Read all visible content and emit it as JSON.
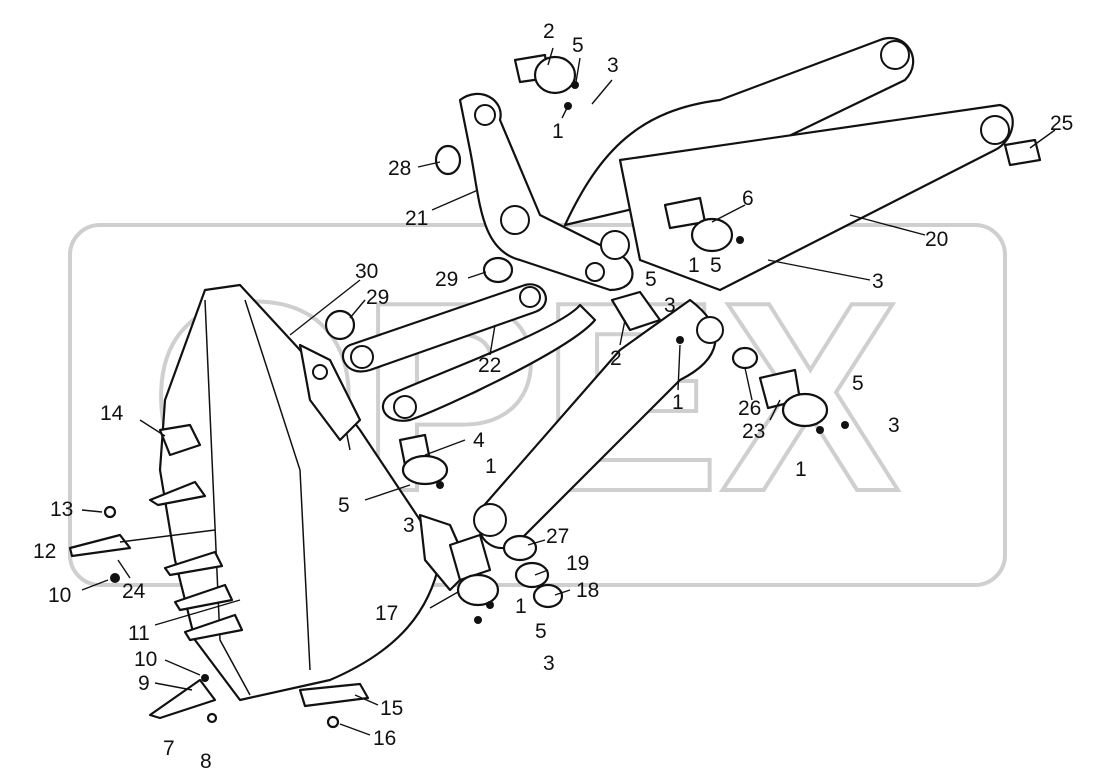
{
  "watermark": {
    "text": "OPEX"
  },
  "labels": [
    {
      "id": "l2a",
      "text": "2"
    },
    {
      "id": "l5a",
      "text": "5"
    },
    {
      "id": "l3a",
      "text": "3"
    },
    {
      "id": "l1a",
      "text": "1"
    },
    {
      "id": "l25",
      "text": "25"
    },
    {
      "id": "l28",
      "text": "28"
    },
    {
      "id": "l21",
      "text": "21"
    },
    {
      "id": "l6",
      "text": "6"
    },
    {
      "id": "l20",
      "text": "20"
    },
    {
      "id": "l1b",
      "text": "1"
    },
    {
      "id": "l5b",
      "text": "5"
    },
    {
      "id": "l3b",
      "text": "3"
    },
    {
      "id": "l30",
      "text": "30"
    },
    {
      "id": "l29a",
      "text": "29"
    },
    {
      "id": "l29b",
      "text": "29"
    },
    {
      "id": "l5c",
      "text": "5"
    },
    {
      "id": "l3c",
      "text": "3"
    },
    {
      "id": "l2b",
      "text": "2"
    },
    {
      "id": "l1c",
      "text": "1"
    },
    {
      "id": "l22",
      "text": "22"
    },
    {
      "id": "l26",
      "text": "26"
    },
    {
      "id": "l5d",
      "text": "5"
    },
    {
      "id": "l3d",
      "text": "3"
    },
    {
      "id": "l23",
      "text": "23"
    },
    {
      "id": "l1d",
      "text": "1"
    },
    {
      "id": "l14",
      "text": "14"
    },
    {
      "id": "l4",
      "text": "4"
    },
    {
      "id": "l1e",
      "text": "1"
    },
    {
      "id": "l5e",
      "text": "5"
    },
    {
      "id": "l3e",
      "text": "3"
    },
    {
      "id": "l13",
      "text": "13"
    },
    {
      "id": "l12",
      "text": "12"
    },
    {
      "id": "l10a",
      "text": "10"
    },
    {
      "id": "l24",
      "text": "24"
    },
    {
      "id": "l27",
      "text": "27"
    },
    {
      "id": "l19",
      "text": "19"
    },
    {
      "id": "l18",
      "text": "18"
    },
    {
      "id": "l17",
      "text": "17"
    },
    {
      "id": "l1f",
      "text": "1"
    },
    {
      "id": "l5f",
      "text": "5"
    },
    {
      "id": "l3f",
      "text": "3"
    },
    {
      "id": "l11",
      "text": "11"
    },
    {
      "id": "l10b",
      "text": "10"
    },
    {
      "id": "l9",
      "text": "9"
    },
    {
      "id": "l7",
      "text": "7"
    },
    {
      "id": "l8",
      "text": "8"
    },
    {
      "id": "l15",
      "text": "15"
    },
    {
      "id": "l16",
      "text": "16"
    }
  ]
}
